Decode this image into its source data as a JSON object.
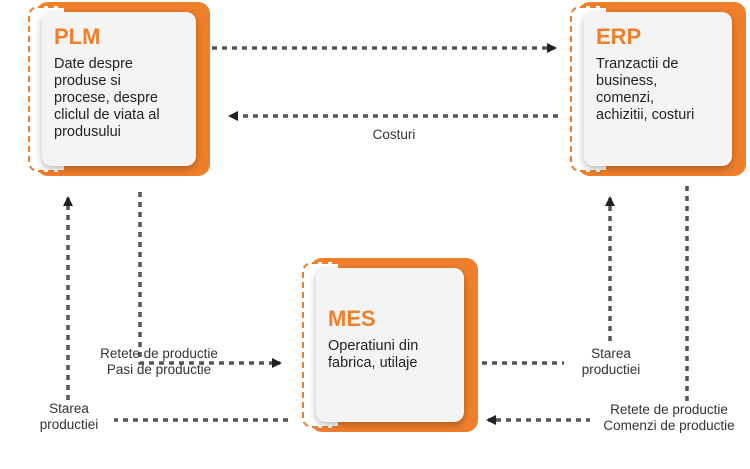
{
  "nodes": {
    "plm": {
      "title": "PLM",
      "desc": "Date despre\nproduse si\nprocese, despre\ncliclul de viata al\nprodusului"
    },
    "erp": {
      "title": "ERP",
      "desc": "Tranzactii de\nbusiness,\ncomenzi,\nachizitii, costuri"
    },
    "mes": {
      "title": "MES",
      "desc": "Operatiuni din\nfabrica, utilaje"
    }
  },
  "labels": {
    "costuri": "Costuri",
    "plm_to_mes": "Retete de productie\nPasi de productie",
    "mes_to_plm": "Starea\nproductiei",
    "mes_to_erp": "Starea\nproductiei",
    "erp_to_mes": "Retete de productie\nComenzi de productie"
  },
  "colors": {
    "accent": "#f07f2c",
    "connector": "#555555",
    "card": "#f4f4f4"
  }
}
